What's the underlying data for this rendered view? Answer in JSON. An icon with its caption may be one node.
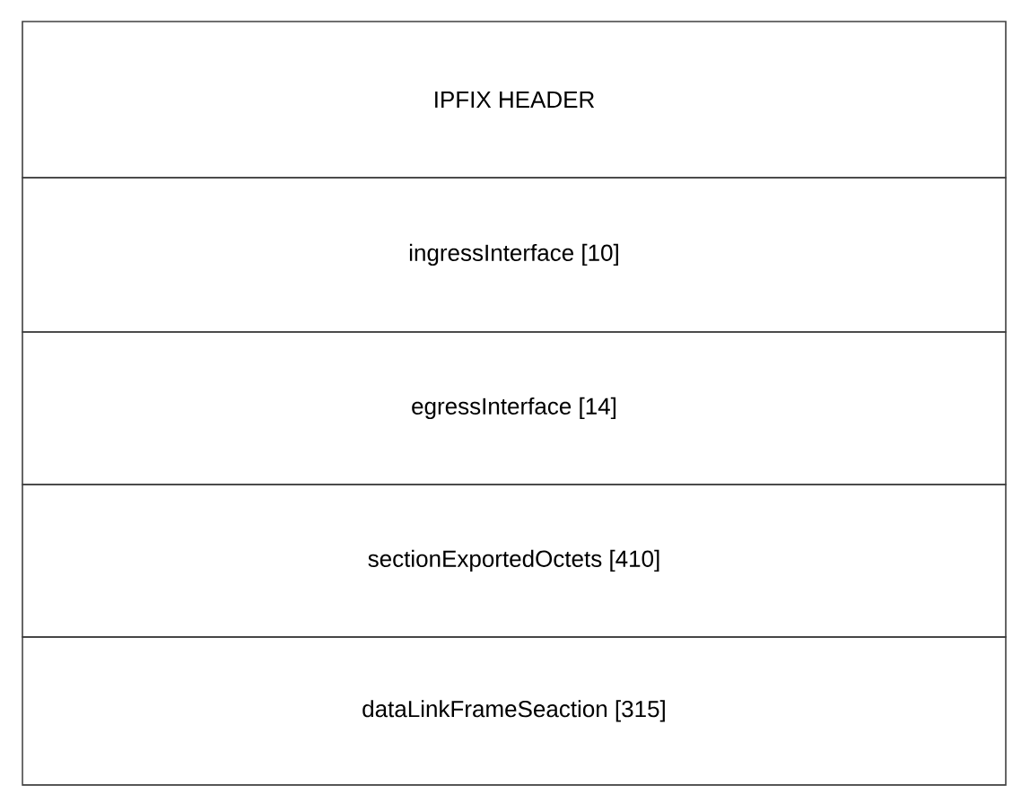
{
  "diagram": {
    "nodes": [
      {
        "text": [
          "IPFIX HEADER"
        ]
      },
      {
        "text": [
          "ingressInterface [10]"
        ]
      },
      {
        "text": [
          "egressInterface [14]"
        ]
      },
      {
        "text": [
          "sectionExportedOctets [410]"
        ]
      },
      {
        "text": [
          "dataLinkFrameSeaction [315]"
        ]
      }
    ]
  }
}
